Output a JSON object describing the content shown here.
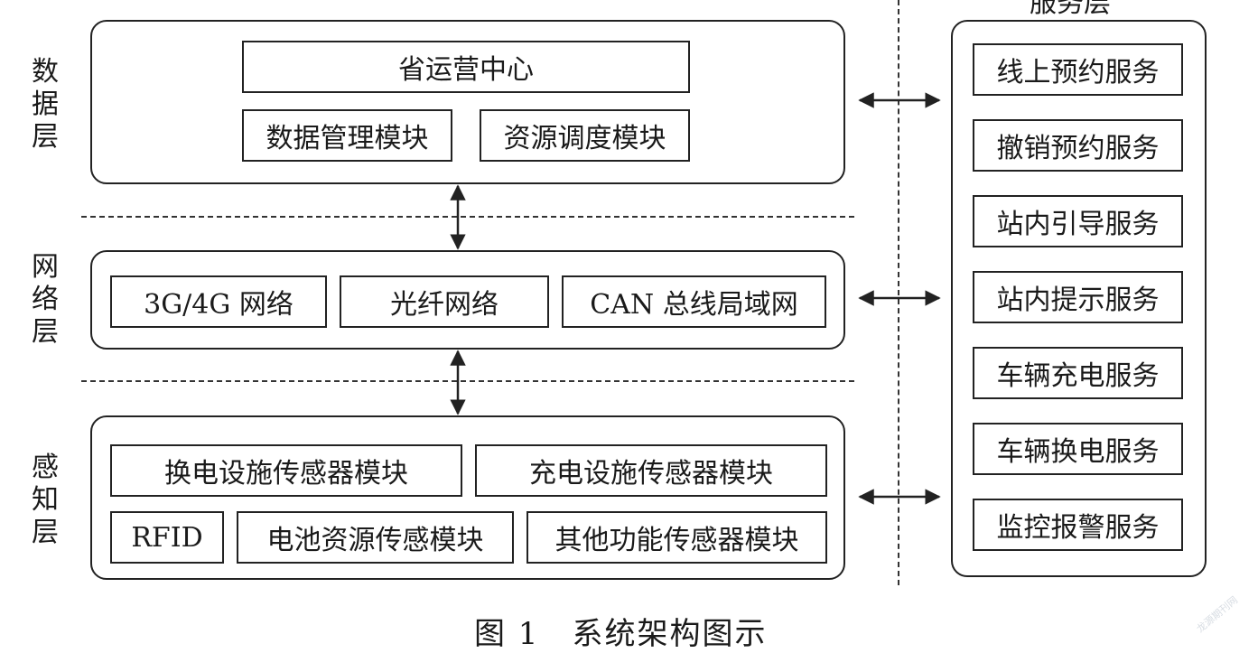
{
  "layers": {
    "data": {
      "label": "数\n据\n层",
      "top_box": "省运营中心",
      "modules": [
        "数据管理模块",
        "资源调度模块"
      ]
    },
    "network": {
      "label": "网\n络\n层",
      "modules": [
        "3G/4G 网络",
        "光纤网络",
        "CAN 总线局域网"
      ]
    },
    "perception": {
      "label": "感\n知\n层",
      "row1": [
        "换电设施传感器模块",
        "充电设施传感器模块"
      ],
      "row2": [
        "RFID",
        "电池资源传感模块",
        "其他功能传感器模块"
      ]
    }
  },
  "service_layer": {
    "title": "服务层",
    "services": [
      "线上预约服务",
      "撤销预约服务",
      "站内引导服务",
      "站内提示服务",
      "车辆充电服务",
      "车辆换电服务",
      "监控报警服务"
    ]
  },
  "caption": "图 1　系统架构图示",
  "watermark": "龙源期刊网"
}
